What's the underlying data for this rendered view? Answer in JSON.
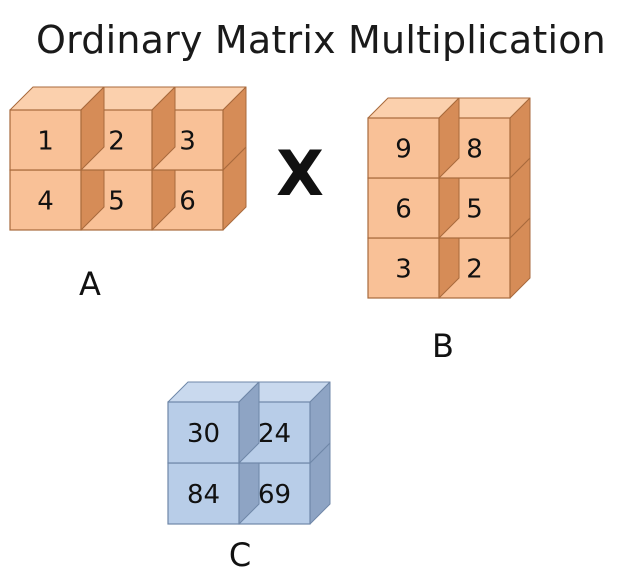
{
  "title": "Ordinary Matrix Multiplication",
  "operator": "X",
  "colors": {
    "orange_front": "#f9c197",
    "orange_top": "#fbd0ad",
    "orange_side": "#d68c57",
    "orange_stroke": "#a86a3c",
    "blue_front": "#b8cde8",
    "blue_top": "#c9d9ee",
    "blue_side": "#8ea4c4",
    "blue_stroke": "#6f87a8"
  },
  "matrices": [
    {
      "label": "A",
      "color": "orange",
      "rows": [
        [
          "1",
          "2",
          "3"
        ],
        [
          "4",
          "5",
          "6"
        ]
      ]
    },
    {
      "label": "B",
      "color": "orange",
      "rows": [
        [
          "9",
          "8"
        ],
        [
          "6",
          "5"
        ],
        [
          "3",
          "2"
        ]
      ]
    },
    {
      "label": "C",
      "color": "blue",
      "rows": [
        [
          "30",
          "24"
        ],
        [
          "84",
          "69"
        ]
      ]
    }
  ]
}
